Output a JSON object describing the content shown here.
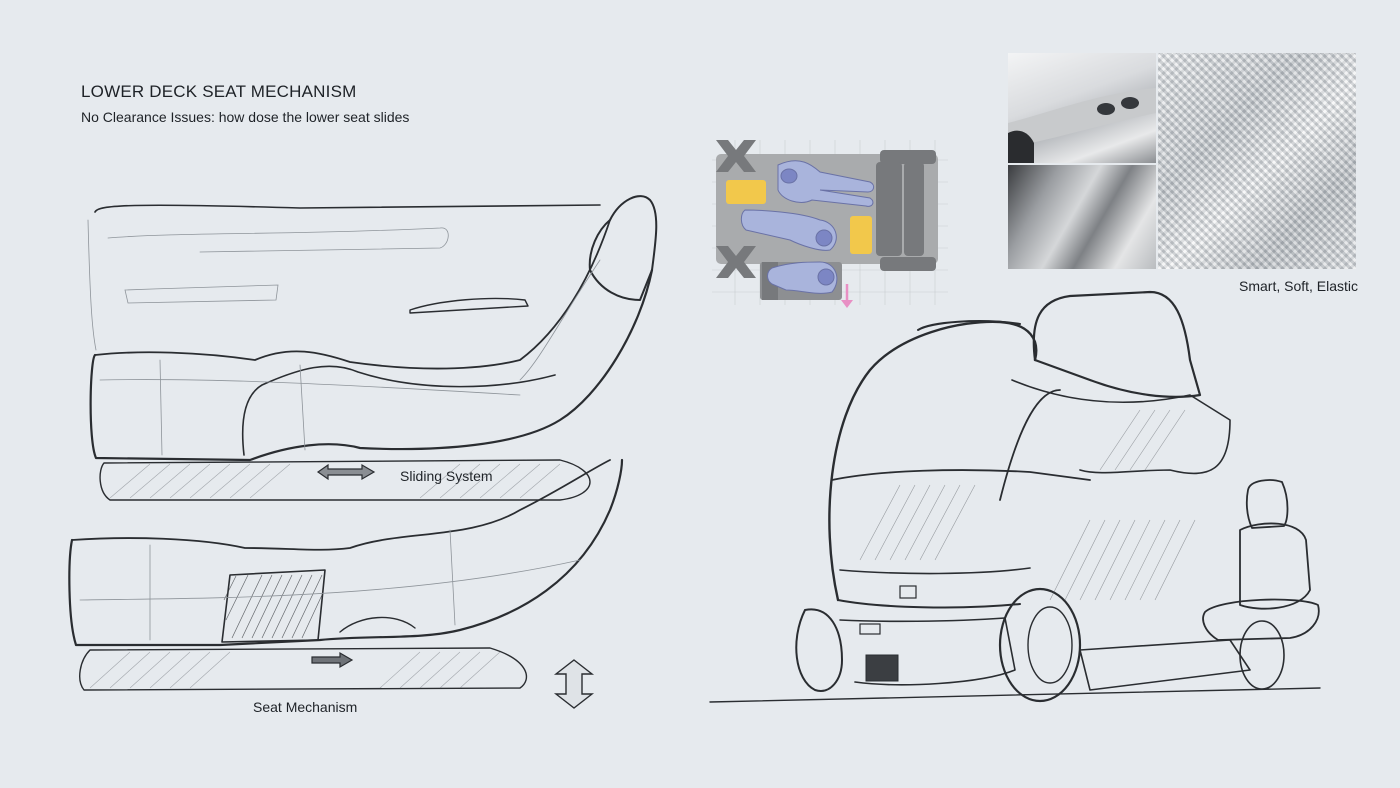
{
  "header": {
    "title": "LOWER DECK SEAT MECHANISM",
    "subtitle": "No Clearance Issues: how dose the lower seat slides"
  },
  "captions": {
    "sliding": "Sliding System",
    "mechanism": "Seat Mechanism",
    "materials": "Smart, Soft, Elastic"
  },
  "colors": {
    "background": "#e6eaee",
    "floorplan_grey": "#a9abad",
    "seat_dark": "#77797c",
    "occupant_blue": "#a9b4dc",
    "cushion_yellow": "#f2c84b",
    "arrow_pink": "#e88fc4"
  },
  "icons": {
    "slide_arrow": "double-horizontal-arrow-icon",
    "push_arrow": "right-arrow-icon",
    "lift_arrow": "double-vertical-arrow-icon",
    "drop_arrow": "down-arrow-icon",
    "blocked_mark": "cross-mark-icon"
  }
}
